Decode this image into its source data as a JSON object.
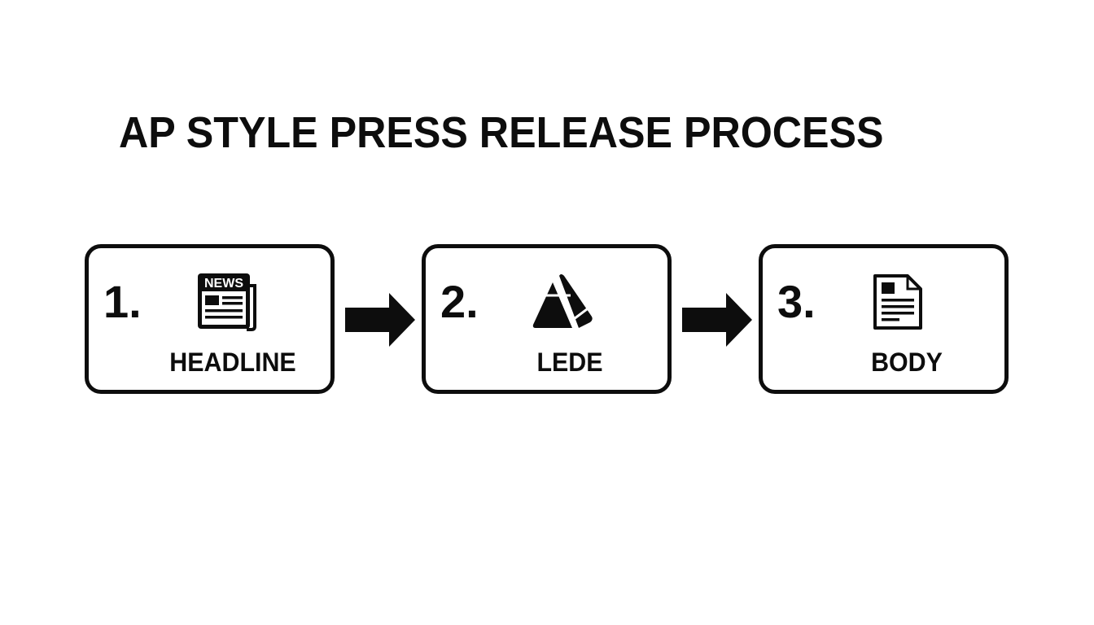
{
  "title": "AP STYLE PRESS RELEASE PROCESS",
  "colors": {
    "foreground": "#0d0d0d",
    "background": "#ffffff"
  },
  "steps": [
    {
      "number": "1.",
      "label": "HEADLINE",
      "icon": "newspaper-icon",
      "icon_text": "NEWS"
    },
    {
      "number": "2.",
      "label": "LEDE",
      "icon": "inverted-pyramid-icon"
    },
    {
      "number": "3.",
      "label": "BODY",
      "icon": "document-icon"
    }
  ],
  "connectors": [
    {
      "from": 1,
      "to": 2,
      "icon": "arrow-right-icon"
    },
    {
      "from": 2,
      "to": 3,
      "icon": "arrow-right-icon"
    }
  ]
}
